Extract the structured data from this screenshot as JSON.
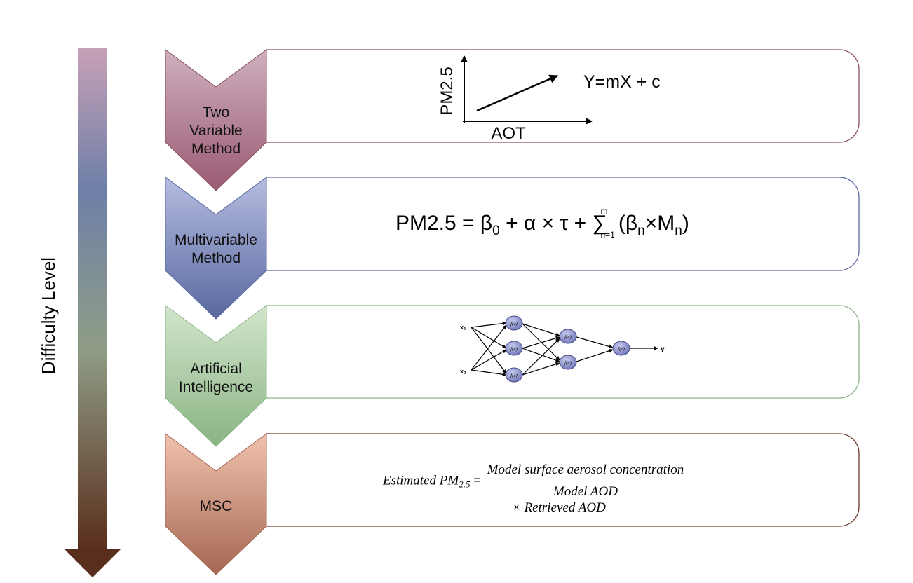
{
  "axis": {
    "label": "Difficulty Level"
  },
  "stages": [
    {
      "label_lines": [
        "Two",
        "Variable",
        "Method"
      ],
      "color_top": "#c9a8b8",
      "color_bottom": "#9c5f74",
      "border": "#8a4d63"
    },
    {
      "label_lines": [
        "Multivariable",
        "Method"
      ],
      "color_top": "#aeb4d8",
      "color_bottom": "#5a6aa0",
      "border": "#5a6aa0"
    },
    {
      "label_lines": [
        "Artificial",
        "Intelligence"
      ],
      "color_top": "#cce0c6",
      "color_bottom": "#8db488",
      "border": "#8db488"
    },
    {
      "label_lines": [
        "MSC"
      ],
      "color_top": "#ecbca9",
      "color_bottom": "#a86a56",
      "border": "#6b3a2a"
    }
  ],
  "two_variable": {
    "y_label": "PM2.5",
    "x_label": "AOT",
    "equation": "Y=mX + c"
  },
  "multivariable": {
    "lhs": "PM2.5 = β",
    "sub0": "0",
    "mid": " + α × τ + ",
    "sum_symbol": "∑",
    "sum_top": "m",
    "sum_bottom": "n=1",
    "term_open": "(β",
    "term_sub_n": "n",
    "term_times": "×M",
    "term_sub_n2": "n",
    "term_close": ")"
  },
  "neural_net": {
    "inputs": [
      "x₁",
      "x₂"
    ],
    "node_label": "f(e)",
    "output": "y"
  },
  "msc": {
    "lhs": "Estimated PM",
    "lhs_sub": "2.5",
    "equals": " = ",
    "numerator": "Model surface aerosol concentration",
    "denominator": "Model AOD",
    "times_line": "× Retrieved AOD"
  },
  "colors": {
    "arrow_top": "#c7a1b6",
    "arrow_mid": "#6e7fa8",
    "arrow_green": "#8f9d86",
    "arrow_bottom": "#5a2e1c"
  }
}
